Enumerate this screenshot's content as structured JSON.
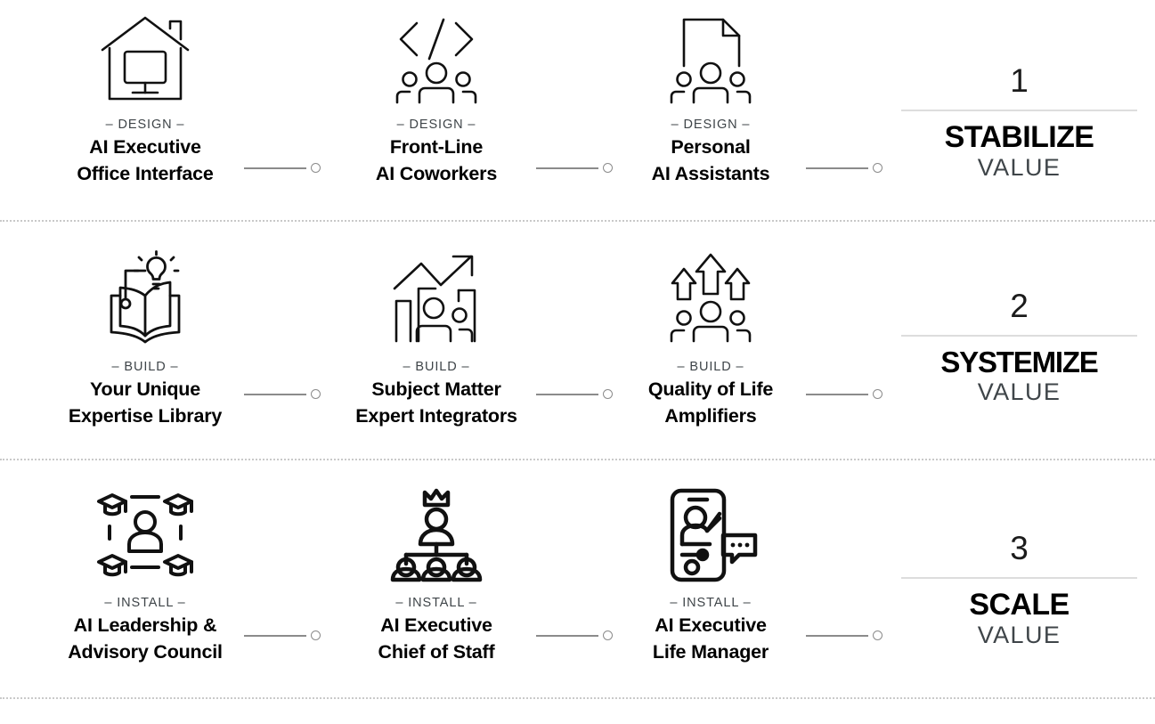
{
  "rows": [
    {
      "stages": [
        {
          "kicker": "– DESIGN –",
          "title_line1": "AI Executive",
          "title_line2": "Office Interface",
          "icon": "house-monitor-icon"
        },
        {
          "kicker": "– DESIGN –",
          "title_line1": "Front-Line",
          "title_line2": "AI Coworkers",
          "icon": "code-brackets-people-icon"
        },
        {
          "kicker": "– DESIGN –",
          "title_line1": "Personal",
          "title_line2": "AI Assistants",
          "icon": "document-people-icon"
        }
      ],
      "value": {
        "number": "1",
        "word": "STABILIZE",
        "sub": "VALUE"
      }
    },
    {
      "stages": [
        {
          "kicker": "– BUILD –",
          "title_line1": "Your Unique",
          "title_line2": "Expertise Library",
          "icon": "book-lightbulb-icon"
        },
        {
          "kicker": "– BUILD –",
          "title_line1": "Subject Matter",
          "title_line2": "Expert Integrators",
          "icon": "growth-chart-people-icon"
        },
        {
          "kicker": "– BUILD –",
          "title_line1": "Quality of Life",
          "title_line2": "Amplifiers",
          "icon": "up-arrows-people-icon"
        }
      ],
      "value": {
        "number": "2",
        "word": "SYSTEMIZE",
        "sub": "VALUE"
      }
    },
    {
      "stages": [
        {
          "kicker": "– INSTALL –",
          "title_line1": "AI Leadership &",
          "title_line2": "Advisory Council",
          "icon": "graduation-caps-council-icon"
        },
        {
          "kicker": "– INSTALL –",
          "title_line1": "AI Executive",
          "title_line2": "Chief of Staff",
          "icon": "crown-org-chart-icon"
        },
        {
          "kicker": "– INSTALL –",
          "title_line1": "AI Executive",
          "title_line2": "Life Manager",
          "icon": "phone-assistant-chat-icon"
        }
      ],
      "value": {
        "number": "3",
        "word": "SCALE",
        "sub": "VALUE"
      }
    }
  ],
  "colors": {
    "ink": "#000000",
    "kicker_gray": "#3f4549",
    "connector_gray": "#8b8b8b",
    "rule_gray": "#dddddd",
    "separator_gray": "#c9c9c9"
  }
}
